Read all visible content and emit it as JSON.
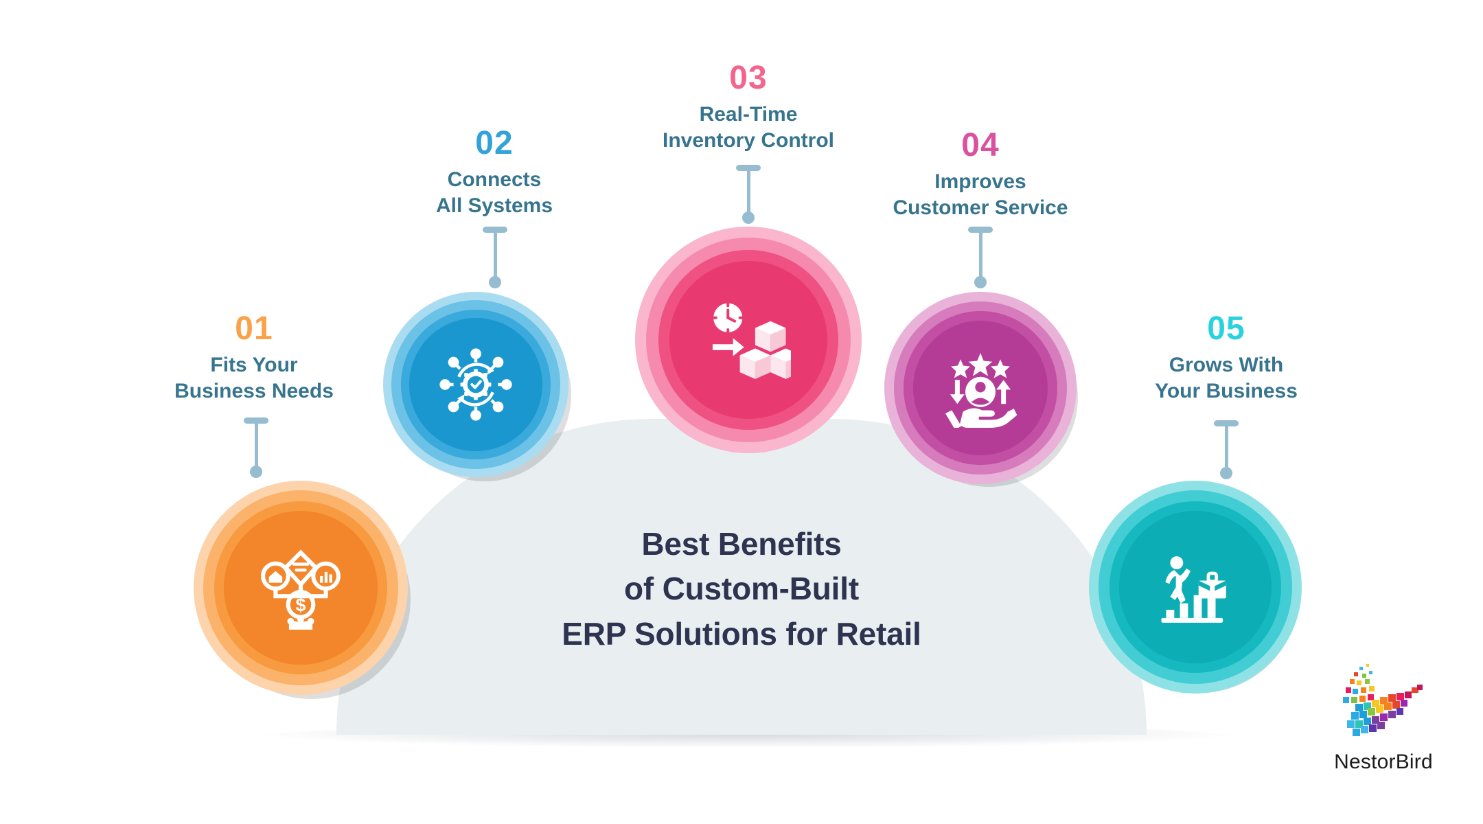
{
  "center": {
    "title_line1": "Best Benefits",
    "title_line2": "of Custom-Built",
    "title_line3": "ERP Solutions for Retail",
    "bg_color": "#e9eff1",
    "title_color": "#2e3350"
  },
  "brand": {
    "name": "NestorBird",
    "logo_icon": "pixel-bird-logo"
  },
  "nodes": [
    {
      "number": "01",
      "caption": "Fits Your\nBusiness Needs",
      "number_color": "#f9a24a",
      "core_color": "#f3852a",
      "ring1_color": "#f79a40",
      "ring2_color": "#fbb36b",
      "ring3_color": "#fcd3ab",
      "icon": "business-needs-icon"
    },
    {
      "number": "02",
      "caption": "Connects\nAll Systems",
      "number_color": "#32a3d8",
      "core_color": "#1b97cf",
      "ring1_color": "#3aa9dc",
      "ring2_color": "#6cc1e6",
      "ring3_color": "#aadcf1",
      "icon": "connected-systems-icon"
    },
    {
      "number": "03",
      "caption": "Real-Time\nInventory Control",
      "number_color": "#f4648d",
      "core_color": "#e83a70",
      "ring1_color": "#ee5182",
      "ring2_color": "#f58aae",
      "ring3_color": "#f9b6cd",
      "icon": "realtime-inventory-icon"
    },
    {
      "number": "04",
      "caption": "Improves\nCustomer Service",
      "number_color": "#d9529f",
      "core_color": "#b43c97",
      "ring1_color": "#c24fa4",
      "ring2_color": "#d67cbd",
      "ring3_color": "#e9b2d8",
      "icon": "customer-service-icon"
    },
    {
      "number": "05",
      "caption": "Grows With\nYour Business",
      "number_color": "#2ad2dd",
      "core_color": "#0cadb5",
      "ring1_color": "#16b9c0",
      "ring2_color": "#41cdd3",
      "ring3_color": "#8ee2e6",
      "icon": "business-growth-icon"
    }
  ],
  "connector": {
    "color": "#96bcd0"
  }
}
